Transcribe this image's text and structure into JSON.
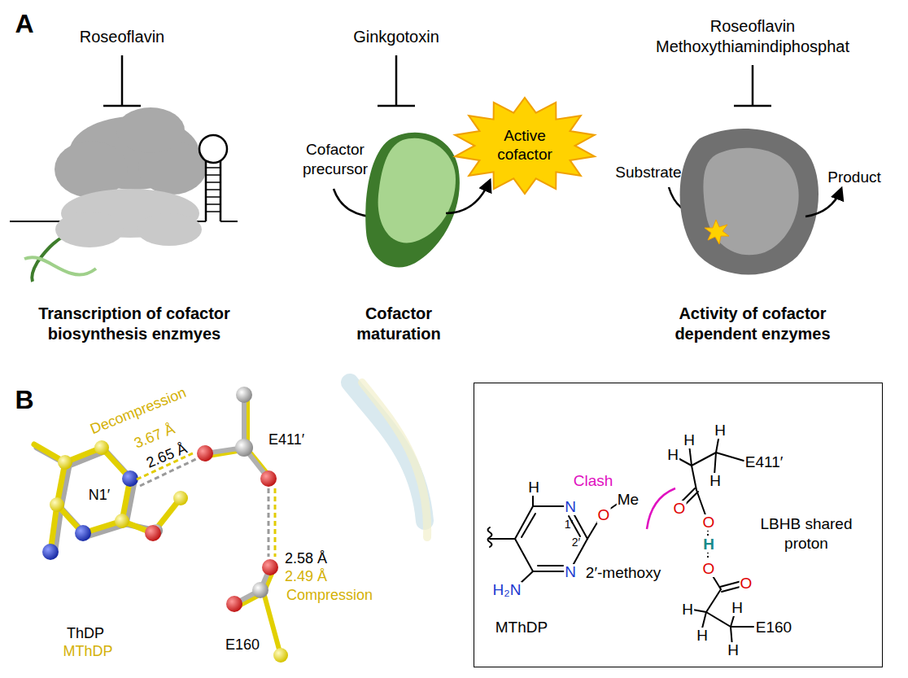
{
  "diagram": {
    "nodes": [
      {
        "text": [
          "Active cofactor"
        ]
      },
      {
        "text": [
          "Clash",
          "H",
          "N",
          "1′",
          "2′",
          "O",
          "Me",
          "N",
          "2′-methoxy",
          "H₂N",
          "MThDP",
          "H",
          "H",
          "H",
          "H",
          "E411′",
          "O",
          "O",
          "H",
          "LBHB shared proton",
          "O",
          "O",
          "H",
          "H",
          "H",
          "H",
          "E160"
        ]
      }
    ],
    "labels": [
      "A",
      "Roseoflavin",
      "Ginkgotoxin",
      "Roseoflavin Methoxythiamindiphosphat",
      "Cofactor precursor",
      "Substrate",
      "Product",
      "Transcription of cofactor biosynthesis enzmyes",
      "Cofactor maturation",
      "Activity of cofactor dependent enzymes",
      "B",
      "Decompression",
      "3.67 Å",
      "2.65 Å",
      "N1′",
      "E411′",
      "2.58 Å",
      "2.49 Å",
      "Compression",
      "ThDP",
      "MThDP",
      "E160"
    ]
  }
}
